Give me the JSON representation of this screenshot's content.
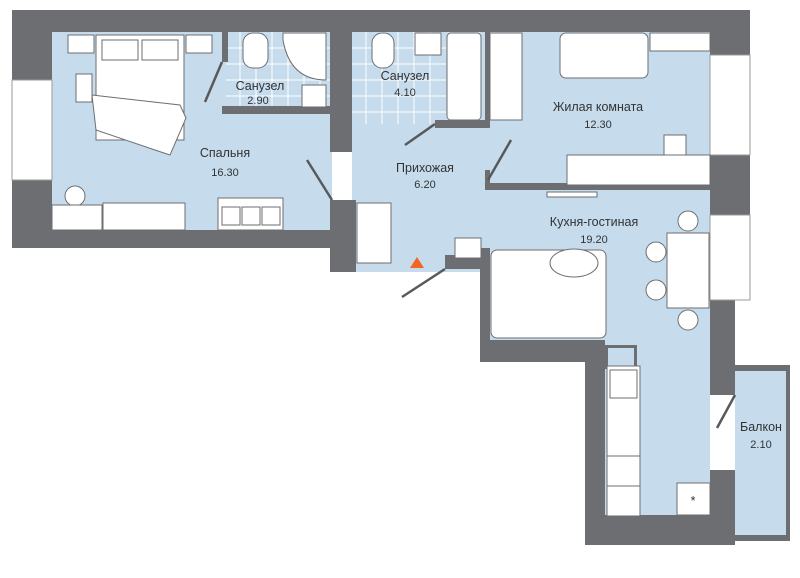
{
  "rooms": [
    {
      "name": "Спальня",
      "area": "16.30"
    },
    {
      "name": "Санузел",
      "area": "2.90"
    },
    {
      "name": "Санузел",
      "area": "4.10"
    },
    {
      "name": "Прихожая",
      "area": "6.20"
    },
    {
      "name": "Жилая комната",
      "area": "12.30"
    },
    {
      "name": "Кухня-гостиная",
      "area": "19.20"
    },
    {
      "name": "Балкон",
      "area": "2.10"
    }
  ],
  "colors": {
    "wall": "#6d6e71",
    "floor": "#c6dcec",
    "entrance_marker": "#f26522"
  },
  "icons": {
    "entrance": "triangle-up",
    "ventilation": "asterisk"
  },
  "vent_symbol": "*"
}
